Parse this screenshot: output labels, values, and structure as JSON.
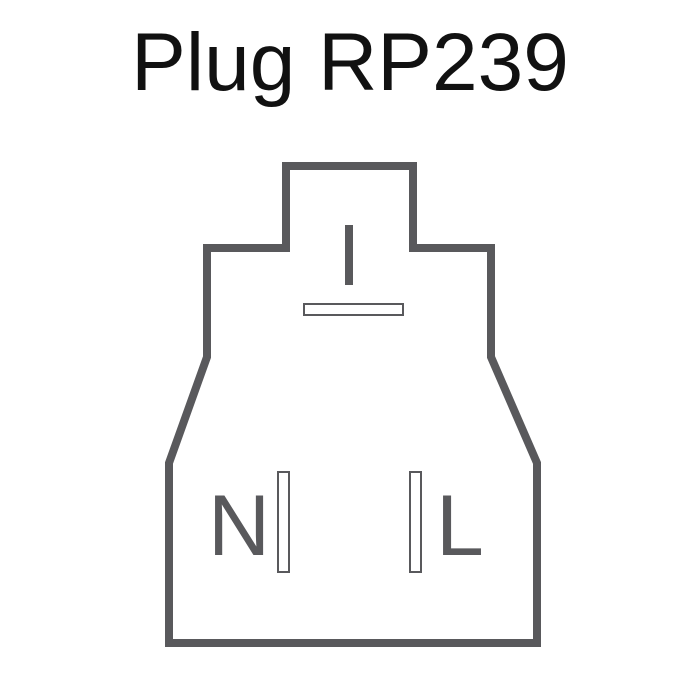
{
  "title": "Plug RP239",
  "labels": {
    "neutral": "N",
    "live": "L"
  },
  "colors": {
    "outline": "#59595c",
    "title": "#111111"
  }
}
